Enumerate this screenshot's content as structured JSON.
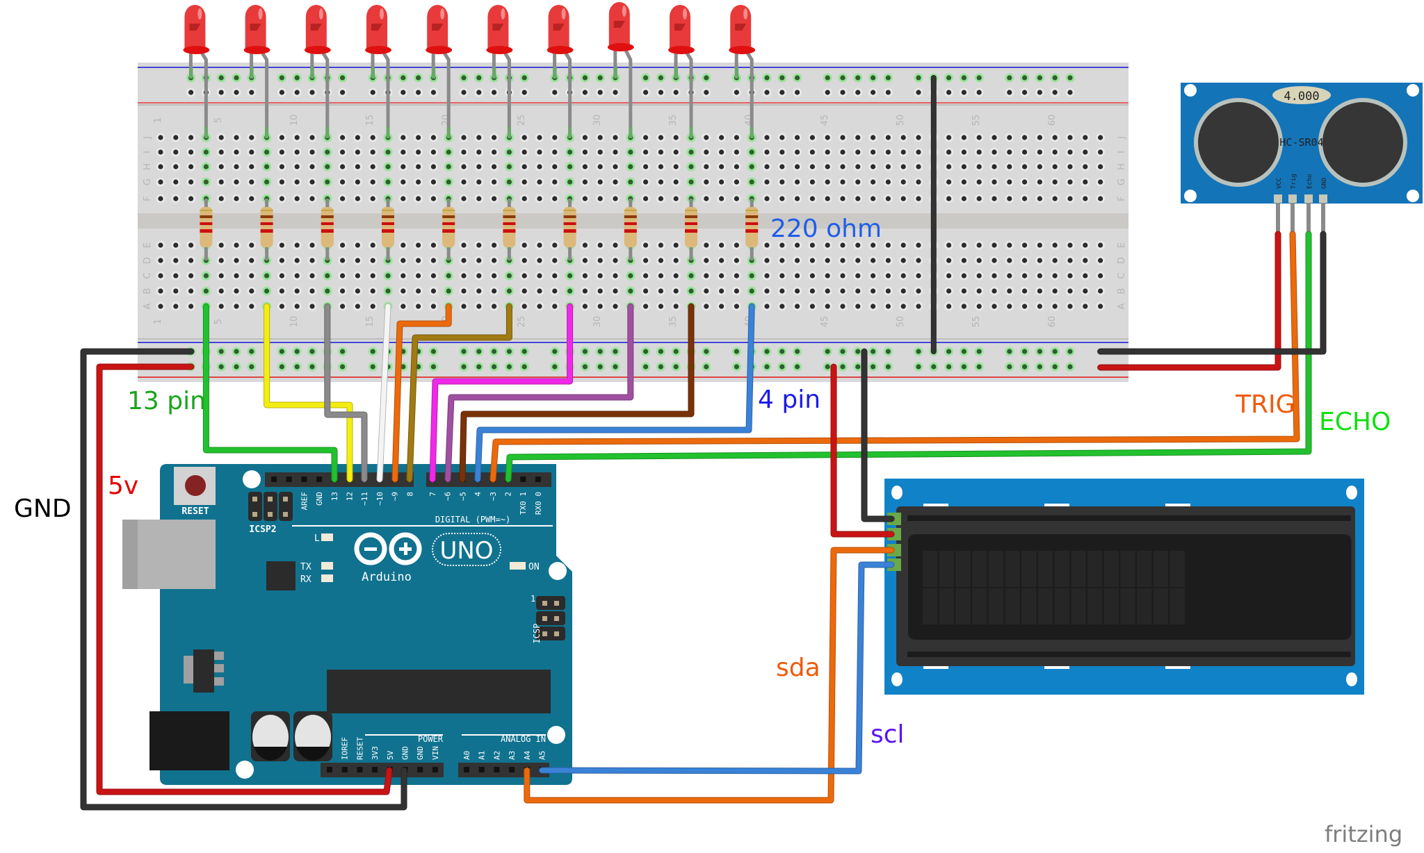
{
  "app": "fritzing",
  "annotations": {
    "pin13": {
      "text": "13 pin",
      "color": "#1aa51a"
    },
    "pin4": {
      "text": "4 pin",
      "color": "#1a1ae6"
    },
    "resistor": {
      "text": "220 ohm",
      "color": "#1f5ee6"
    },
    "gnd": {
      "text": "GND",
      "color": "#000000"
    },
    "v5": {
      "text": "5v",
      "color": "#e60000"
    },
    "trig": {
      "text": "TRIG",
      "color": "#f05a0a"
    },
    "echo": {
      "text": "ECHO",
      "color": "#10e010"
    },
    "sda": {
      "text": "sda",
      "color": "#f05a0a"
    },
    "scl": {
      "text": "scl",
      "color": "#5a14f0"
    }
  },
  "breadboard": {
    "row_labels_top": [
      "J",
      "I",
      "H",
      "G",
      "F"
    ],
    "row_labels_bottom": [
      "E",
      "D",
      "C",
      "B",
      "A"
    ],
    "column_numbers": [
      "1",
      "5",
      "10",
      "15",
      "20",
      "25",
      "30",
      "35",
      "40",
      "45",
      "50",
      "55",
      "60"
    ]
  },
  "leds": {
    "count": 10,
    "color": "#e83a3a"
  },
  "resistors": {
    "count": 10,
    "value": "220 ohm"
  },
  "arduino": {
    "name": "Arduino",
    "model": "UNO",
    "reset_label": "RESET",
    "icsp2_label": "ICSP2",
    "icsp_label": "ICSP",
    "digital_label": "DIGITAL (PWM=~)",
    "led_labels": [
      "L",
      "TX",
      "RX",
      "ON"
    ],
    "digital_pins": [
      "",
      "",
      "AREF",
      "GND",
      "13",
      "12",
      "~11",
      "~10",
      "~9",
      "8",
      "7",
      "~6",
      "~5",
      "4",
      "~3",
      "2",
      "TX0 1",
      "RX0 0"
    ],
    "power_label": "POWER",
    "power_pins": [
      "",
      "IOREF",
      "RESET",
      "3V3",
      "5V",
      "GND",
      "GND",
      "VIN"
    ],
    "analog_label": "ANALOG IN",
    "analog_pins": [
      "A0",
      "A1",
      "A2",
      "A3",
      "A4",
      "A5"
    ]
  },
  "sensor": {
    "model": "HC-SR04",
    "display": "4.000",
    "pins": [
      "VCC",
      "Trig",
      "Echo",
      "GND"
    ]
  },
  "lcd": {
    "columns": 16,
    "rows": 2
  },
  "wires": [
    {
      "name": "pin13-led1",
      "color": "#22c12e"
    },
    {
      "name": "pin12-led2",
      "color": "#f4ee10"
    },
    {
      "name": "pin11-led3",
      "color": "#8a8a8a"
    },
    {
      "name": "pin10-led4",
      "color": "#f4f4f4"
    },
    {
      "name": "pin9-led5",
      "color": "#ec6a0c"
    },
    {
      "name": "pin8-led6",
      "color": "#a07a12"
    },
    {
      "name": "pin7-led7",
      "color": "#f028e8"
    },
    {
      "name": "pin6-led8",
      "color": "#a050a0"
    },
    {
      "name": "pin5-led9",
      "color": "#7a3208"
    },
    {
      "name": "pin4-led10",
      "color": "#3a82d8"
    },
    {
      "name": "pin3-trig",
      "color": "#ec6a0c"
    },
    {
      "name": "pin2-echo",
      "color": "#22c12e"
    },
    {
      "name": "gnd",
      "color": "#333333"
    },
    {
      "name": "5v",
      "color": "#c81414"
    },
    {
      "name": "sda",
      "color": "#ec6a0c"
    },
    {
      "name": "scl",
      "color": "#3a82d8"
    }
  ]
}
